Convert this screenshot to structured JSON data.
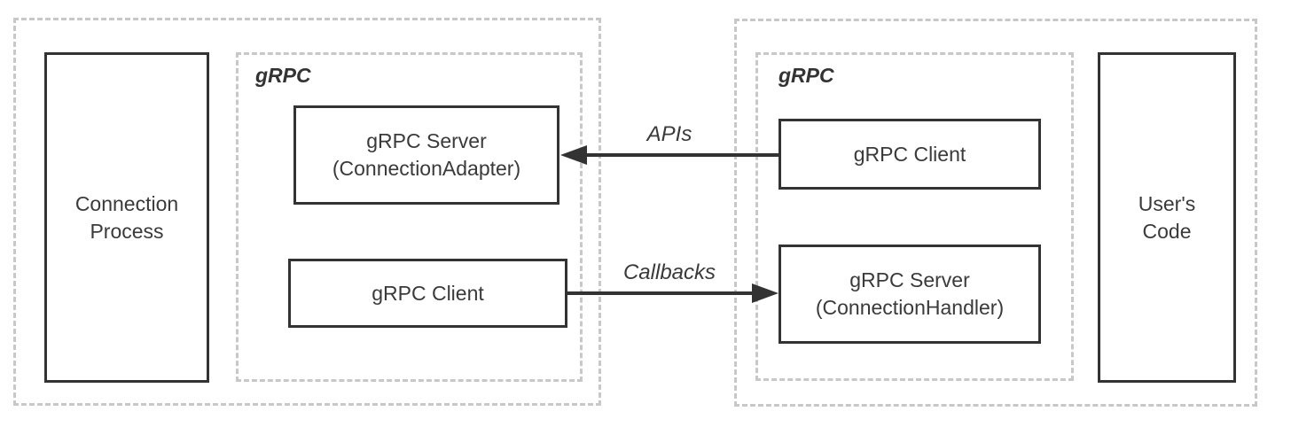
{
  "left_region": {
    "process_box": {
      "line1": "Connection",
      "line2": "Process"
    },
    "grpc_group_label": "gRPC",
    "adapter_box": {
      "line1": "gRPC Server",
      "line2": "(ConnectionAdapter)"
    },
    "client_box": {
      "label": "gRPC Client"
    }
  },
  "right_region": {
    "grpc_group_label": "gRPC",
    "client_box": {
      "label": "gRPC Client"
    },
    "handler_box": {
      "line1": "gRPC Server",
      "line2": "(ConnectionHandler)"
    },
    "user_code_box": {
      "line1": "User's",
      "line2": "Code"
    }
  },
  "arrows": {
    "apis": {
      "label": "APIs",
      "direction": "left"
    },
    "callbacks": {
      "label": "Callbacks",
      "direction": "right"
    }
  },
  "colors": {
    "dashed_border": "#c8c8c8",
    "solid_border": "#333333",
    "text": "#3a3a3a",
    "arrow": "#333333",
    "background": "#ffffff"
  }
}
